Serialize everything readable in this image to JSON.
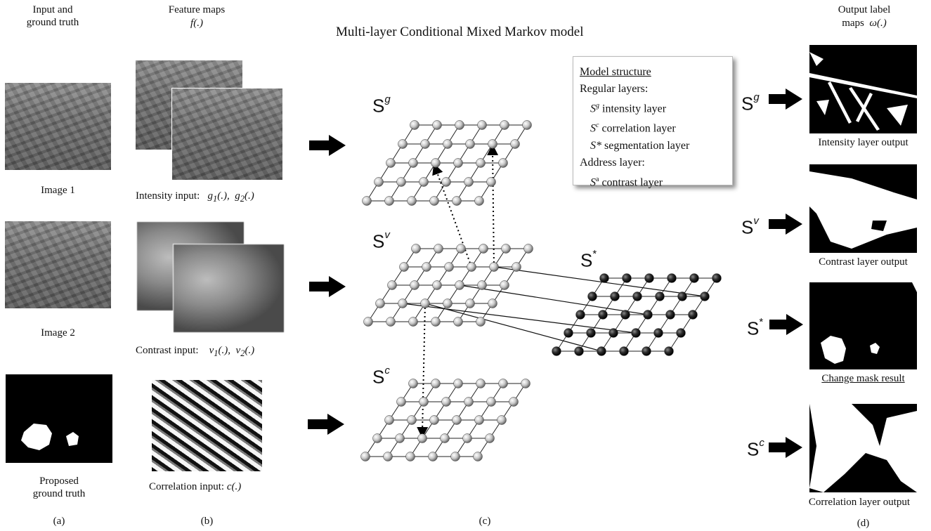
{
  "headers": {
    "a": "Input and\nground truth",
    "b_title": "Feature maps",
    "b_func": "f(.)",
    "c": "Multi-layer Conditional Mixed Markov model",
    "d_title": "Output label",
    "d_line2": "maps",
    "d_func": "ω(.)"
  },
  "column_a": {
    "image1_label": "Image 1",
    "image2_label": "Image 2",
    "truth_label": "Proposed\nground truth",
    "caption": "(a)"
  },
  "column_b": {
    "intensity_label": "Intensity input:",
    "intensity_g1": "g",
    "intensity_g1_sub": "1",
    "intensity_g2": "g",
    "intensity_g2_sub": "2",
    "contrast_label": "Contrast input:",
    "contrast_v1": "ν",
    "contrast_v1_sub": "1",
    "contrast_v2": "ν",
    "contrast_v2_sub": "2",
    "correlation_label": "Correlation input:",
    "correlation_func": "c(.)",
    "caption": "(b)"
  },
  "column_c": {
    "layer_g": "S",
    "layer_g_sup": "g",
    "layer_v": "S",
    "layer_v_sup": "v",
    "layer_c": "S",
    "layer_c_sup": "c",
    "layer_star": "S",
    "layer_star_sup": "*",
    "caption": "(c)"
  },
  "model_structure": {
    "heading": "Model structure",
    "regular": "Regular layers:",
    "line_g_sym": "S",
    "line_g_sup": "g",
    "line_g_text": " intensity layer",
    "line_c_sym": "S",
    "line_c_sup": "c",
    "line_c_text": " correlation layer",
    "line_s_sym": "S*",
    "line_s_text": " segmentation layer",
    "address": "Address layer:",
    "line_a_sym": "S",
    "line_a_sup": "a",
    "line_a_text": " contrast layer"
  },
  "column_d": {
    "sg": "S",
    "sg_sup": "g",
    "sv": "S",
    "sv_sup": "v",
    "ss": "S",
    "ss_sup": "*",
    "sc": "S",
    "sc_sup": "c",
    "intensity_out": "Intensity layer output",
    "contrast_out": "Contrast layer output",
    "change_mask": "Change mask result",
    "correlation_out": "Correlation layer output",
    "caption": "(d)"
  },
  "colors": {
    "node_light": "#c8c8c8",
    "node_dark": "#2a2a2a",
    "arrow": "#000000"
  },
  "icons": [
    "right-arrow-icon"
  ]
}
